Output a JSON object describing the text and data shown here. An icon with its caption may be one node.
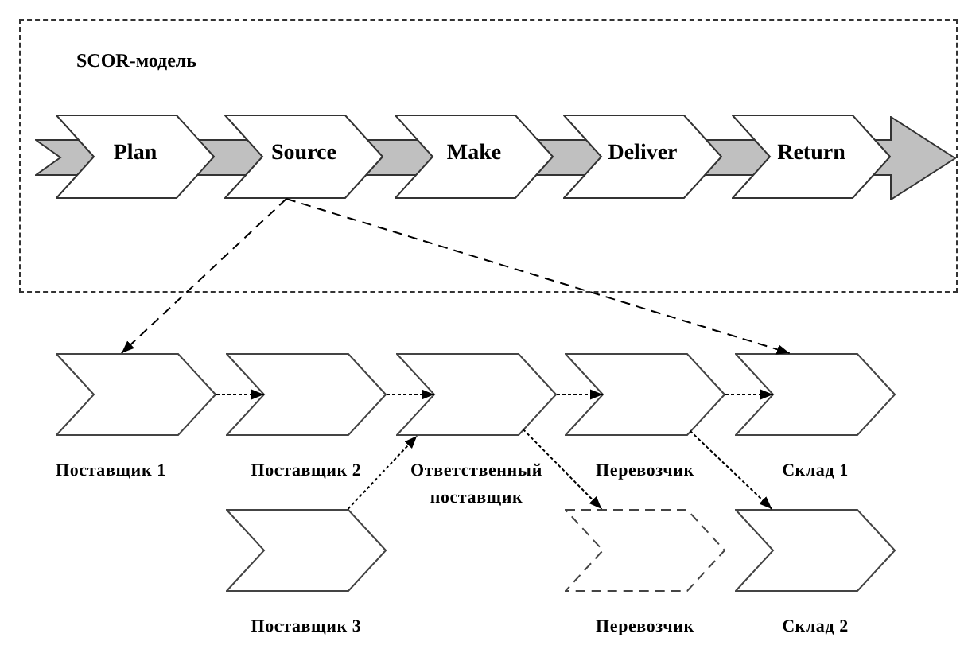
{
  "diagram": {
    "nodes": [
      {
        "text": [
          "SCOR-модель"
        ]
      },
      {
        "text": [
          "Plan"
        ],
        "in": 0
      },
      {
        "text": [
          "Source"
        ],
        "in": 0
      },
      {
        "text": [
          "Make"
        ],
        "in": 0
      },
      {
        "text": [
          "Deliver"
        ],
        "in": 0
      },
      {
        "text": [
          "Return"
        ],
        "in": 0
      },
      {
        "text": [
          "Поставщик 1"
        ]
      },
      {
        "text": [
          "Поставщик 2"
        ]
      },
      {
        "text": [
          "Ответственный поставщик"
        ]
      },
      {
        "text": [
          "Перевозчик"
        ]
      },
      {
        "text": [
          "Склад 1"
        ]
      },
      {
        "text": [
          "Поставщик 3"
        ]
      },
      {
        "text": [
          "Перевозчик"
        ]
      },
      {
        "text": [
          "Склад 2"
        ]
      }
    ],
    "edges": [
      {
        "from": 2,
        "to": 6,
        "arrow": "to",
        "style": "dashed"
      },
      {
        "from": 2,
        "to": 10,
        "arrow": "to",
        "style": "dashed"
      },
      {
        "from": 6,
        "to": 7,
        "arrow": "to"
      },
      {
        "from": 7,
        "to": 8,
        "arrow": "to"
      },
      {
        "from": 11,
        "to": 8,
        "arrow": "to"
      },
      {
        "from": 8,
        "to": 9,
        "arrow": "to"
      },
      {
        "from": 8,
        "to": 12,
        "arrow": "to"
      },
      {
        "from": 9,
        "to": 10,
        "arrow": "to"
      },
      {
        "from": 9,
        "to": 13,
        "arrow": "to"
      }
    ]
  }
}
